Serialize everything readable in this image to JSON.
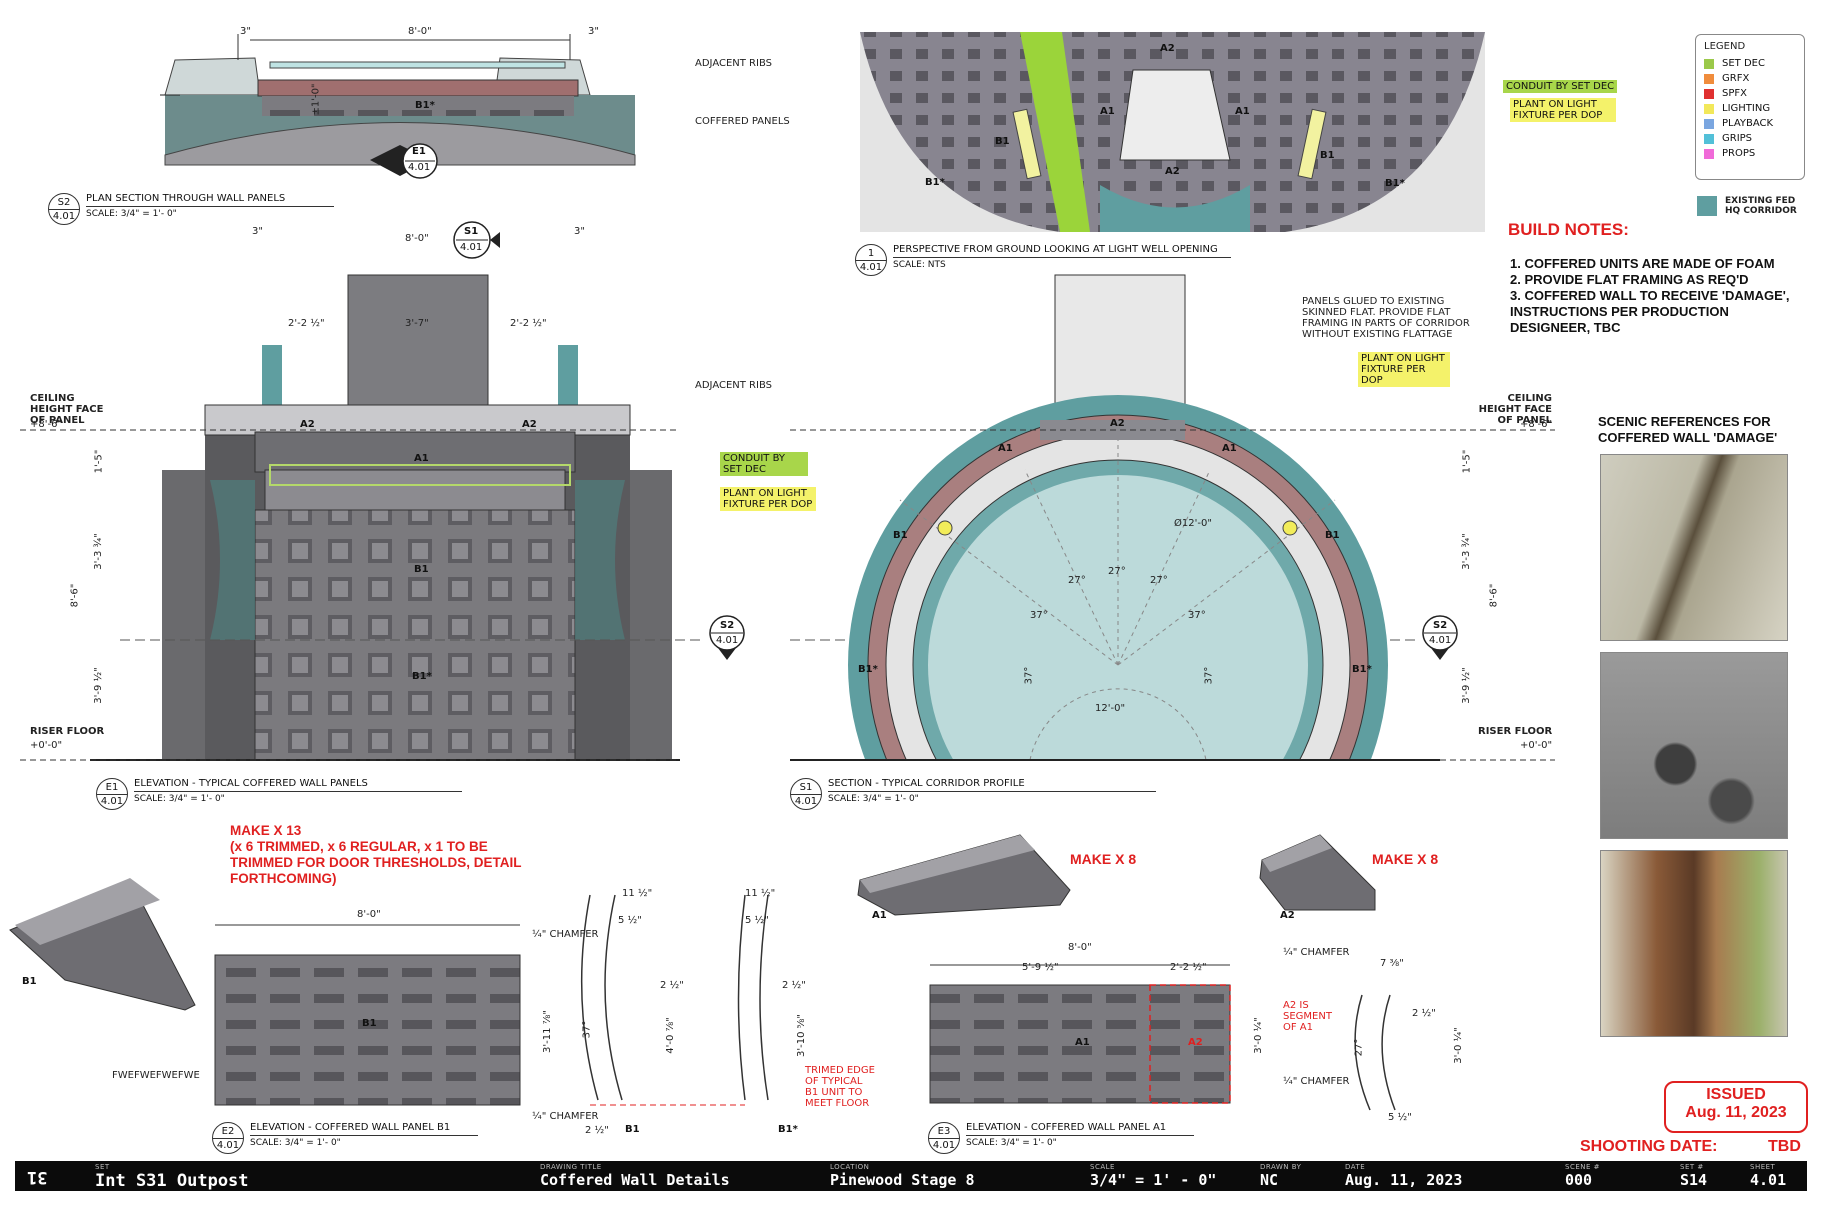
{
  "legend": {
    "title": "LEGEND",
    "items": [
      {
        "label": "SET DEC",
        "color": "#9bc94a"
      },
      {
        "label": "GRFX",
        "color": "#f08c3c"
      },
      {
        "label": "SPFX",
        "color": "#e03030"
      },
      {
        "label": "LIGHTING",
        "color": "#f2e85a"
      },
      {
        "label": "PLAYBACK",
        "color": "#7aa6e0"
      },
      {
        "label": "GRIPS",
        "color": "#52c0d8"
      },
      {
        "label": "PROPS",
        "color": "#f06ad8"
      }
    ],
    "existing": "EXISTING FED HQ CORRIDOR",
    "existing_color": "#5f9ea0"
  },
  "build_notes": {
    "title": "BUILD NOTES:",
    "lines": [
      "1. COFFERED UNITS ARE MADE OF FOAM",
      "2. PROVIDE FLAT FRAMING AS REQ'D",
      "3. COFFERED WALL TO RECEIVE 'DAMAGE', INSTRUCTIONS PER PRODUCTION DESIGNEER, TBC"
    ]
  },
  "scenic_refs": "SCENIC REFERENCES FOR COFFERED WALL 'DAMAGE'",
  "views": {
    "s2": {
      "num": "S2",
      "sheet": "4.01",
      "title": "PLAN SECTION THROUGH WALL PANELS",
      "scale": "SCALE: 3/4\" = 1'- 0\""
    },
    "p1": {
      "num": "1",
      "sheet": "4.01",
      "title": "PERSPECTIVE FROM GROUND LOOKING AT LIGHT WELL OPENING",
      "scale": "SCALE: NTS"
    },
    "e1": {
      "num": "E1",
      "sheet": "4.01",
      "title": "ELEVATION - TYPICAL COFFERED WALL PANELS",
      "scale": "SCALE: 3/4\" = 1'- 0\""
    },
    "s1": {
      "num": "S1",
      "sheet": "4.01",
      "title": "SECTION - TYPICAL CORRIDOR PROFILE",
      "scale": "SCALE: 3/4\" = 1'- 0\""
    },
    "e2": {
      "num": "E2",
      "sheet": "4.01",
      "title": "ELEVATION - COFFERED WALL PANEL B1",
      "scale": "SCALE: 3/4\" = 1'- 0\""
    },
    "e3": {
      "num": "E3",
      "sheet": "4.01",
      "title": "ELEVATION - COFFERED WALL PANEL A1",
      "scale": "SCALE: 3/4\" = 1'- 0\""
    }
  },
  "callouts": {
    "adjacent_ribs": "ADJACENT RIBS",
    "coffered_panels": "COFFERED PANELS",
    "conduit_top": "CONDUIT BY SET DEC",
    "plant_top": "PLANT ON LIGHT FIXTURE PER DOP",
    "conduit_e1": "CONDUIT BY SET DEC",
    "plant_e1": "PLANT ON LIGHT FIXTURE PER DOP",
    "panels_glued": "PANELS GLUED TO EXISTING SKINNED FLAT. PROVIDE FLAT FRAMING IN PARTS OF CORRIDOR WITHOUT EXISTING FLATTAGE",
    "plant_s1": "PLANT ON LIGHT FIXTURE PER DOP",
    "ceiling_l": "CEILING HEIGHT FACE OF PANEL",
    "ceiling_l_val": "+8'-6\"",
    "riser_l": "RISER FLOOR",
    "riser_l_val": "+0'-0\"",
    "ceiling_r": "CEILING HEIGHT FACE OF PANEL",
    "ceiling_r_val": "+8'-6\"",
    "riser_r": "RISER FLOOR",
    "riser_r_val": "+0'-0\"",
    "chamfer": "¼\" CHAMFER",
    "trimmed_edge": "TRIMED EDGE OF TYPICAL B1 UNIT TO MEET FLOOR",
    "a2_seg": "A2 IS SEGMENT OF A1",
    "fwef": "FWEFWEFWEFWE",
    "diameter": "Ø12'-0\"",
    "width12": "12'-0\""
  },
  "dims": {
    "d3": "3\"",
    "d8": "8'-0\"",
    "d1_0": "±1'-0\"",
    "d2_2": "2'-2 ½\"",
    "d3_7": "3'-7\"",
    "d1_5": "1'-5\"",
    "d3_3": "3'-3 ¾\"",
    "d8_6": "8'-6\"",
    "d3_9": "3'-9 ½\"",
    "d5_9": "5'-9 ½\"",
    "d3_11": "3'-11 ⅞\"",
    "d3_0": "3'-0 ¼\"",
    "d11_1": "11 ½\"",
    "d5_1": "5 ½\"",
    "d2_1": "2 ½\"",
    "d4_0": "4'-0 ⅞\"",
    "d3_10": "3'-10 ⅝\"",
    "d7_3": "7 ⅜\"",
    "deg37": "37°",
    "deg27": "27°",
    "deg27b": "27°"
  },
  "marks": {
    "a1": "A1",
    "a2": "A2",
    "b1": "B1",
    "b1s": "B1*"
  },
  "make": {
    "b1": "MAKE X 13\n(x 6 TRIMMED, x 6 REGULAR, x 1 TO BE TRIMMED FOR DOOR THRESHOLDS, DETAIL FORTHCOMING)",
    "a1": "MAKE X 8",
    "a2": "MAKE X 8"
  },
  "issued": {
    "label": "ISSUED",
    "date": "Aug. 11, 2023"
  },
  "shooting": {
    "label": "SHOOTING DATE:",
    "value": "TBD"
  },
  "title_block": {
    "num": "31",
    "set_cap": "SET",
    "set": "Int S31 Outpost",
    "dt_cap": "DRAWING TITLE",
    "dt": "Coffered Wall Details",
    "loc_cap": "LOCATION",
    "loc": "Pinewood Stage 8",
    "sc_cap": "SCALE",
    "sc": "3/4\" = 1' - 0\"",
    "by_cap": "DRAWN BY",
    "by": "NC",
    "date_cap": "DATE",
    "date": "Aug. 11, 2023",
    "scene_cap": "SCENE #",
    "scene": "000",
    "setn_cap": "SET #",
    "setn": "S14",
    "sheet_cap": "SHEET",
    "sheet": "4.01"
  }
}
